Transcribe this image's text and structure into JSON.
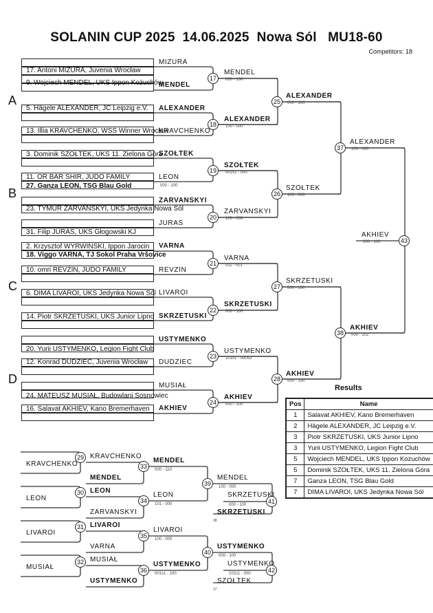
{
  "header": {
    "title": "SOLANIN CUP 2025  14.06.2025  Nowa Sól   MU18-60",
    "competitors": "Competitors: 18"
  },
  "groups": [
    "A",
    "B",
    "C",
    "D"
  ],
  "entries": [
    {
      "text": "17. Antoni MIZURA, Juvenia Wrocław",
      "bold": false
    },
    {
      "text": "9. Wojciech MENDEL, UKS Ippon Kożuchów",
      "bold": false
    },
    {
      "text": "5. Hägele ALEXANDER, JC Leipzig e.V.",
      "bold": false
    },
    {
      "text": "13. Illia KRAVCHENKO, WSS Winner Wrocław",
      "bold": false
    },
    {
      "text": "3. Dominik SZOŁTEK, UKS 11. Zielona Góra",
      "bold": false
    },
    {
      "text": "11. OR BAR SHIR, JUDO FAMILY",
      "bold": false
    },
    {
      "text": "27. Ganza LEON, TSG Blau Gold",
      "bold": true
    },
    {
      "text": "23. TYMUR ZARVANSKYI, UKS Jedynka Nowa Sól",
      "bold": false
    },
    {
      "text": "31. Filip JURAS, UKS Głogowski KJ",
      "bold": false
    },
    {
      "text": "2. Krzysztof WYRWINSKI, Ippon Jarocin",
      "bold": false
    },
    {
      "text": "18. Viggo VARNA, TJ Sokol Praha Vršovice",
      "bold": true
    },
    {
      "text": "10. omri REVZIN, JUDO FAMILY",
      "bold": false
    },
    {
      "text": "6. DIMA LIVAROI, UKS Jedynka Nowa Sól",
      "bold": false
    },
    {
      "text": "14. Piotr SKRZETUSKI, UKS Junior Lipno",
      "bold": false
    },
    {
      "text": "20. Yurii USTYMENKO, Legion Fight Club",
      "bold": false
    },
    {
      "text": "12. Konrad DUDZIEC, Juvenia Wrocław",
      "bold": false
    },
    {
      "text": "24. MATEUSZ MUSIAŁ, Budowlani Sosnowiec",
      "bold": false
    },
    {
      "text": "16. Salavat AKHIEV, Kano Bremerhaven",
      "bold": false
    }
  ],
  "first_round_names": [
    {
      "name": "MIZURA",
      "bold": false
    },
    {
      "name": "MENDEL",
      "bold": true
    },
    {
      "name": "ALEXANDER",
      "bold": true
    },
    {
      "name": "KRAVCHENKO",
      "bold": false
    },
    {
      "name": "SZOŁTEK",
      "bold": true
    },
    {
      "name": "LEON",
      "bold": false
    },
    {
      "name": "000 - 100",
      "bold": false
    },
    {
      "name": "ZARVANSKYI",
      "bold": true
    },
    {
      "name": "JURAS",
      "bold": false
    },
    {
      "name": "VARNA",
      "bold": true
    },
    {
      "name": "REVZIN",
      "bold": false
    },
    {
      "name": "LIVAROI",
      "bold": false
    },
    {
      "name": "SKRZETUSKI",
      "bold": true
    },
    {
      "name": "USTYMENKO",
      "bold": true
    },
    {
      "name": "DUDZIEC",
      "bold": false
    },
    {
      "name": "MUSIAŁ",
      "bold": false
    },
    {
      "name": "AKHIEV",
      "bold": true
    }
  ],
  "matches": [
    {
      "id": "17",
      "winner": "MENDEL",
      "bold": false,
      "score": "000 - 100"
    },
    {
      "id": "18",
      "winner": "ALEXANDER",
      "bold": true,
      "score": "100 - 000"
    },
    {
      "id": "19",
      "winner": "SZOŁTEK",
      "bold": true,
      "score": "001s1 - 000"
    },
    {
      "id": "20",
      "winner": "ZARVANSKYI",
      "bold": false,
      "score": "100 - 000"
    },
    {
      "id": "21",
      "winner": "VARNA",
      "bold": false,
      "score": "011 - 001"
    },
    {
      "id": "22",
      "winner": "SKRZETUSKI",
      "bold": true,
      "score": "000 - 100"
    },
    {
      "id": "23",
      "winner": "USTYMENKO",
      "bold": false,
      "score": "101s1 - 000s3"
    },
    {
      "id": "24",
      "winner": "AKHIEV",
      "bold": true,
      "score": "000 - 100"
    },
    {
      "id": "25",
      "winner": "ALEXANDER",
      "bold": true,
      "score": "000 - 100"
    },
    {
      "id": "26",
      "winner": "SZOŁTEK",
      "bold": false,
      "score": "100 - 000"
    },
    {
      "id": "27",
      "winner": "SKRZETUSKI",
      "bold": false,
      "score": "000 - 100"
    },
    {
      "id": "28",
      "winner": "AKHIEV",
      "bold": true,
      "score": "000 - 100"
    },
    {
      "id": "37",
      "winner": "ALEXANDER",
      "bold": false,
      "score": "100 - 000"
    },
    {
      "id": "38",
      "winner": "AKHIEV",
      "bold": true,
      "score": "000 - 102"
    },
    {
      "id": "43",
      "winner": "AKHIEV",
      "bold": false,
      "score": "000 - 100"
    }
  ],
  "repechage": {
    "entries": [
      "KRAVCHENKO",
      "LEON",
      "LIVAROI",
      "MUSIAŁ"
    ],
    "r1": [
      {
        "id": "29",
        "top": "KRAVCHENKO",
        "top_bold": false,
        "bottom": "MENDEL",
        "bottom_bold": true
      },
      {
        "id": "30",
        "top": "LEON",
        "top_bold": true,
        "bottom": "ZARVANSKYI",
        "bottom_bold": false
      },
      {
        "id": "31",
        "top": "LIVAROI",
        "top_bold": true,
        "bottom": "VARNA",
        "bottom_bold": false
      },
      {
        "id": "32",
        "top": "MUSIAŁ",
        "top_bold": false,
        "bottom": "USTYMENKO",
        "bottom_bold": true
      }
    ],
    "r2": [
      {
        "id": "33",
        "winner": "MENDEL",
        "bold": true,
        "score": "000 - 110"
      },
      {
        "id": "34",
        "winner": "LEON",
        "bold": false,
        "score": "101 - 000"
      },
      {
        "id": "35",
        "winner": "LIVAROI",
        "bold": false,
        "score": "100 - 000"
      },
      {
        "id": "36",
        "winner": "USTYMENKO",
        "bold": true,
        "score": "001s1 - 100"
      }
    ],
    "r3": [
      {
        "id": "39",
        "winner": "MENDEL",
        "bold": false,
        "score": "100 - 000"
      },
      {
        "id": "40",
        "winner": "USTYMENKO",
        "bold": true,
        "score": "000 - 100"
      }
    ],
    "bronze": [
      {
        "id": "41",
        "top": "SKRZETUSKI",
        "top_bold": false,
        "score": "000 - 100",
        "bottom": "SKRZETUSKI",
        "bottom_bold": true,
        "ref": "38"
      },
      {
        "id": "42",
        "top": "USTYMENKO",
        "top_bold": false,
        "score": "102s1 - 000",
        "bottom": "SZOŁTEK",
        "bottom_bold": false,
        "ref": "37"
      }
    ]
  },
  "results": {
    "title": "Results",
    "headers": [
      "Pos",
      "Name"
    ],
    "rows": [
      {
        "pos": "1",
        "name": "Salavat AKHIEV, Kano Bremerhaven"
      },
      {
        "pos": "2",
        "name": "Hägele ALEXANDER, JC Leipzig e.V."
      },
      {
        "pos": "3",
        "name": "Piotr SKRZETUSKI, UKS Junior Lipno"
      },
      {
        "pos": "3",
        "name": "Yurii USTYMENKO, Legion Fight Club"
      },
      {
        "pos": "5",
        "name": "Wojciech MENDEL, UKS Ippon Kożuchów"
      },
      {
        "pos": "5",
        "name": "Dominik SZOŁTEK, UKS 11. Zielona Góra"
      },
      {
        "pos": "7",
        "name": "Ganza LEON, TSG Blau Gold"
      },
      {
        "pos": "7",
        "name": "DIMA LIVAROI, UKS Jedynka Nowa Sól"
      }
    ]
  }
}
